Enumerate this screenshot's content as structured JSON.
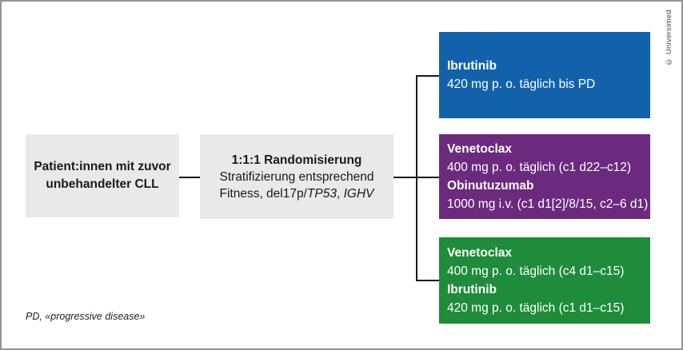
{
  "patient_box": {
    "line1": "Patient:innen mit zuvor",
    "line2": "unbehandelter CLL"
  },
  "randomization_box": {
    "line1": "1:1:1 Randomisierung",
    "line2": "Stratifizierung entsprechend",
    "line3_prefix": "Fitness, del17p/",
    "line3_italic1": "TP53",
    "line3_sep": ", ",
    "line3_italic2": "IGHV"
  },
  "arms": [
    {
      "name": "ibrutinib-monotherapy",
      "drugs": [
        {
          "name": "Ibrutinib",
          "dose": "420 mg p. o. täglich bis PD"
        }
      ]
    },
    {
      "name": "venetoclax-obinutuzumab",
      "drugs": [
        {
          "name": "Venetoclax",
          "dose": "400 mg p. o. täglich (c1 d22–c12)"
        },
        {
          "name": "Obinutuzumab",
          "dose": "1000 mg i.v. (c1 d1[2]/8/15, c2–6 d1)"
        }
      ]
    },
    {
      "name": "venetoclax-ibrutinib",
      "drugs": [
        {
          "name": "Venetoclax",
          "dose": "400 mg p. o. täglich (c4 d1–c15)"
        },
        {
          "name": "Ibrutinib",
          "dose": "420 mg p. o. täglich (c1 d1–c15)"
        }
      ]
    }
  ],
  "footnote": "PD, «progressive disease»",
  "credit": "© Universimed",
  "colors": {
    "arm_blue": "#1262ab",
    "arm_purple": "#6b2a7e",
    "arm_green": "#1e8c3a",
    "box_gray": "#e9e9e9",
    "line": "#1a1a1a",
    "frame": "#949494"
  }
}
